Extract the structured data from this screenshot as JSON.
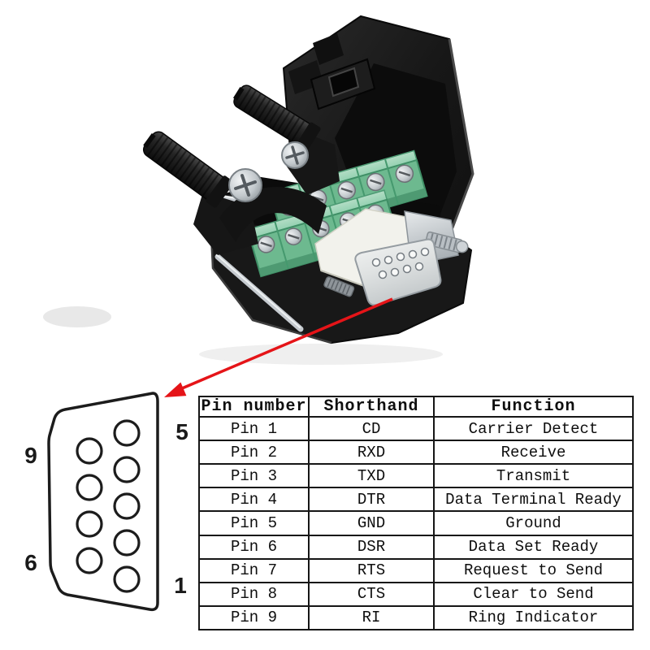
{
  "colors": {
    "background": "#ffffff",
    "shell_black": "#1b1b1b",
    "terminal_green": "#6db98f",
    "metal_silver": "#c6cbd0",
    "insert_white": "#f2f2ec",
    "arrow_red": "#e51418",
    "diagram_line": "#1c1c1c",
    "table_text": "#0e0e0e"
  },
  "photo": {
    "subject": "DB9 female solderless breakout adapter with opened black housing",
    "parts": [
      "open-cover",
      "latch-hole",
      "thumbscrew",
      "screw-terminal-blocks",
      "guide-rail",
      "white-insulator",
      "db9-female-connector",
      "threaded-jackscrew"
    ]
  },
  "diagram": {
    "corner_labels": [
      "9",
      "5",
      "6",
      "1"
    ],
    "pin_holes": {
      "right_column": 5,
      "left_column": 4
    }
  },
  "table": {
    "headers": [
      "Pin number",
      "Shorthand",
      "Function"
    ],
    "rows": [
      {
        "pin": "Pin 1",
        "shorthand": "CD",
        "function": "Carrier Detect"
      },
      {
        "pin": "Pin 2",
        "shorthand": "RXD",
        "function": "Receive"
      },
      {
        "pin": "Pin 3",
        "shorthand": "TXD",
        "function": "Transmit"
      },
      {
        "pin": "Pin 4",
        "shorthand": "DTR",
        "function": "Data Terminal Ready"
      },
      {
        "pin": "Pin 5",
        "shorthand": "GND",
        "function": "Ground"
      },
      {
        "pin": "Pin 6",
        "shorthand": "DSR",
        "function": "Data Set Ready"
      },
      {
        "pin": "Pin 7",
        "shorthand": "RTS",
        "function": "Request to Send"
      },
      {
        "pin": "Pin 8",
        "shorthand": "CTS",
        "function": "Clear to Send"
      },
      {
        "pin": "Pin 9",
        "shorthand": "RI",
        "function": "Ring Indicator"
      }
    ]
  }
}
